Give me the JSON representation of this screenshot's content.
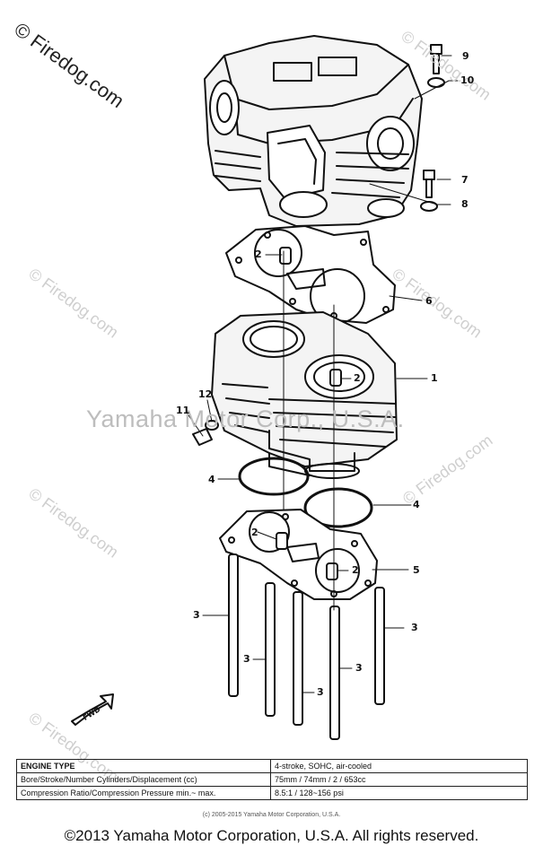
{
  "watermark": {
    "corner": "© Firedog.com",
    "repeat": "© Firedog.com",
    "center": "Yamaha Motor Corp., U.S.A."
  },
  "callouts": [
    "9",
    "10",
    "7",
    "8",
    "6",
    "2",
    "1",
    "12",
    "11",
    "4",
    "5",
    "3",
    "FWD"
  ],
  "spec_table": {
    "rows": [
      {
        "label": "ENGINE TYPE",
        "value": "4-stroke, SOHC, air-cooled"
      },
      {
        "label": "Bore/Stroke/Number Cylinders/Displacement (cc)",
        "value": "75mm / 74mm / 2 / 653cc"
      },
      {
        "label": "Compression Ratio/Compression Pressure  min.~ max.",
        "value": "8.5:1 / 128~156 psi"
      }
    ],
    "credit": "(c) 2005-2015 Yamaha Motor Corporation, U.S.A."
  },
  "footer": "©2013 Yamaha Motor Corporation, U.S.A. All rights reserved."
}
